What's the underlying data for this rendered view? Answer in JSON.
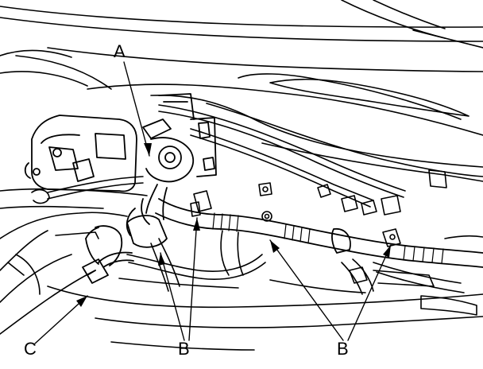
{
  "callouts": {
    "a": "A",
    "b_left": "B",
    "b_right": "B",
    "c": "C"
  },
  "colors": {
    "line": "#000000",
    "background": "#ffffff"
  }
}
